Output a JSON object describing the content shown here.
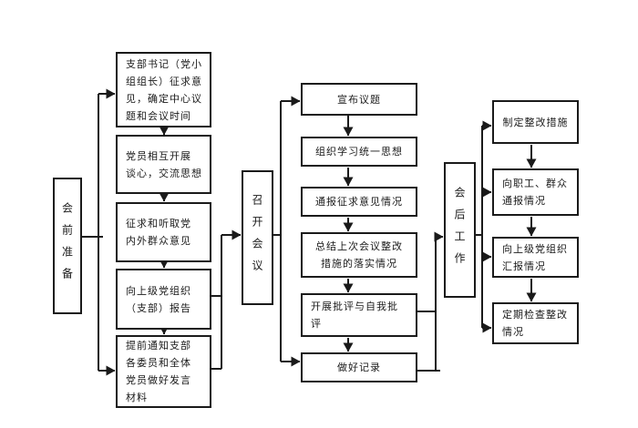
{
  "canvas": {
    "background_color": "#ffffff",
    "line_color": "#1a1a1a"
  },
  "flowchart": {
    "stages": [
      {
        "label": "会前准备"
      },
      {
        "label": "召开会议"
      },
      {
        "label": "会后工作"
      }
    ],
    "pre_steps": [
      {
        "text": "支部书记（党小\n组组长）征求意\n见，确定中心议\n题和会议时间"
      },
      {
        "text": "党员相互开展\n谈心，交流思想"
      },
      {
        "text": "征求和听取党\n内外群众意见"
      },
      {
        "text": "向上级党组织\n（支部）报告"
      },
      {
        "text": "提前通知支部\n各委员和全体\n党员做好发言\n材料"
      }
    ],
    "meeting_steps": [
      {
        "text": "宣布议题"
      },
      {
        "text": "组织学习统一思想"
      },
      {
        "text": "通报征求意见情况"
      },
      {
        "text": "总结上次会议整改\n措施的落实情况"
      },
      {
        "text": "开展批评与自我批\n评"
      },
      {
        "text": "做好记录"
      }
    ],
    "post_steps": [
      {
        "text": "制定整改措施"
      },
      {
        "text": "向职工、群众\n通报情况"
      },
      {
        "text": "向上级党组织\n汇报情况"
      },
      {
        "text": "定期检查整改\n情况"
      }
    ]
  }
}
